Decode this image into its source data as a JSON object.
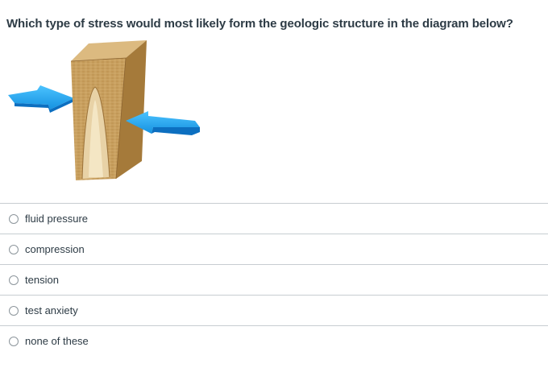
{
  "question": {
    "text": "Which type of stress would most likely form the geologic structure in the diagram below?"
  },
  "diagram": {
    "colors": {
      "rock_front": "#c8a060",
      "rock_side": "#a57a3a",
      "rock_top": "#dcba80",
      "fold_core": "#e8d2a6",
      "arrow": "#1fa5ee",
      "arrow_dark": "#0c6fc0"
    }
  },
  "answers": [
    {
      "label": "fluid pressure"
    },
    {
      "label": "compression"
    },
    {
      "label": "tension"
    },
    {
      "label": "test anxiety"
    },
    {
      "label": "none of these"
    }
  ],
  "colors": {
    "text": "#2d3b45",
    "divider": "#c7cdd1",
    "radio_border": "#8c959b"
  }
}
